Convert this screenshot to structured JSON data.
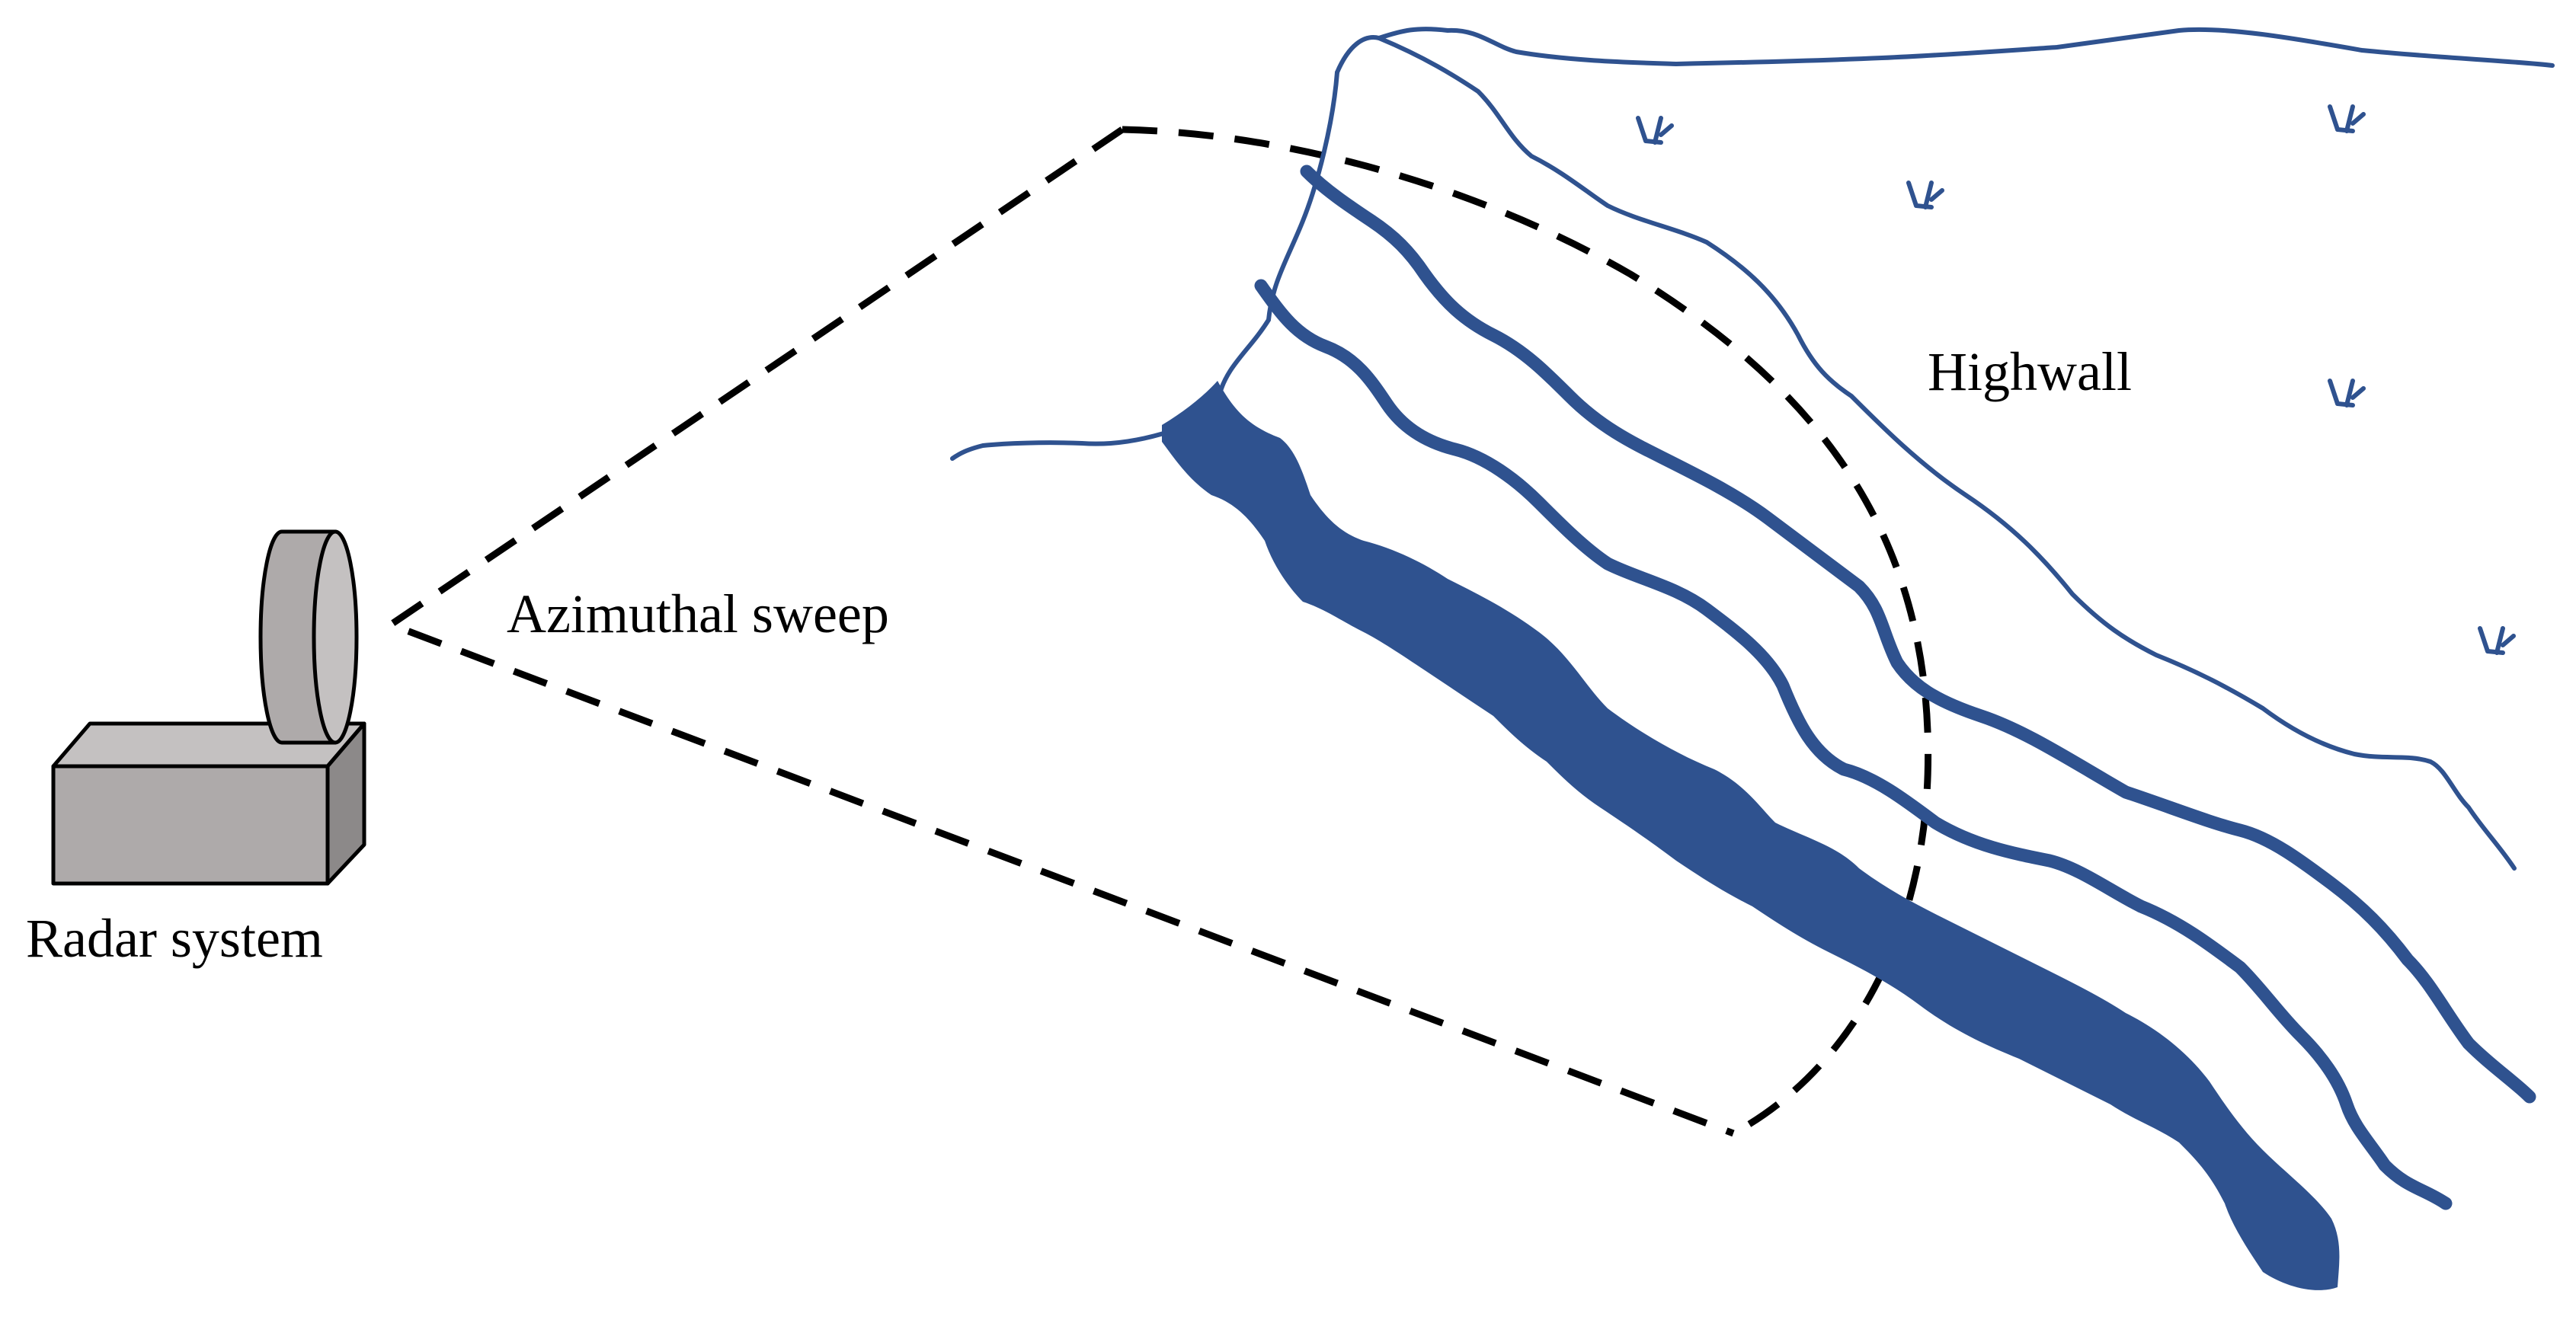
{
  "labels": {
    "radar": "Radar system",
    "sweep": "Azimuthal sweep",
    "highwall": "Highwall"
  },
  "colors": {
    "highwall_blue": "#2f528f",
    "radar_front": "#aeaaaa",
    "radar_top": "#c4c1c1",
    "radar_side": "#8c8989",
    "sweep_line": "#000000"
  },
  "icons": {
    "radar": "radar-unit-icon",
    "vegetation": "grass-tuft-icon"
  }
}
